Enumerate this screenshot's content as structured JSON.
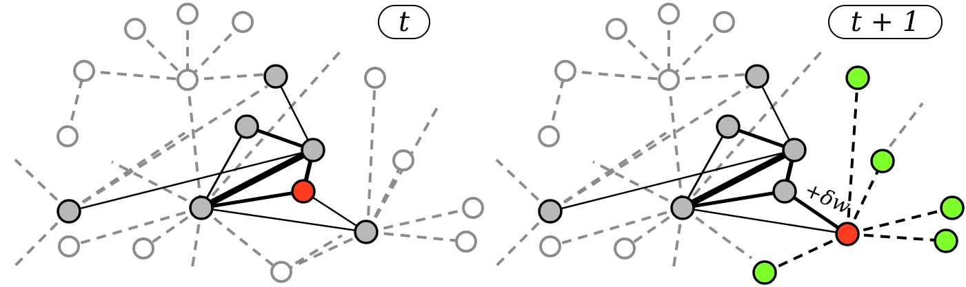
{
  "labels": {
    "time_t": "t",
    "time_t_plus_1": "t + 1",
    "weight_change": "+δw"
  },
  "colors": {
    "background_node_stroke": "#8c8c8c",
    "background_edge": "#8c8c8c",
    "core_node_fill": "#b8b8b8",
    "core_node_stroke": "#000000",
    "active_node_fill": "#ff3b1f",
    "new_node_fill": "#7dff2a",
    "edge": "#000000"
  }
}
